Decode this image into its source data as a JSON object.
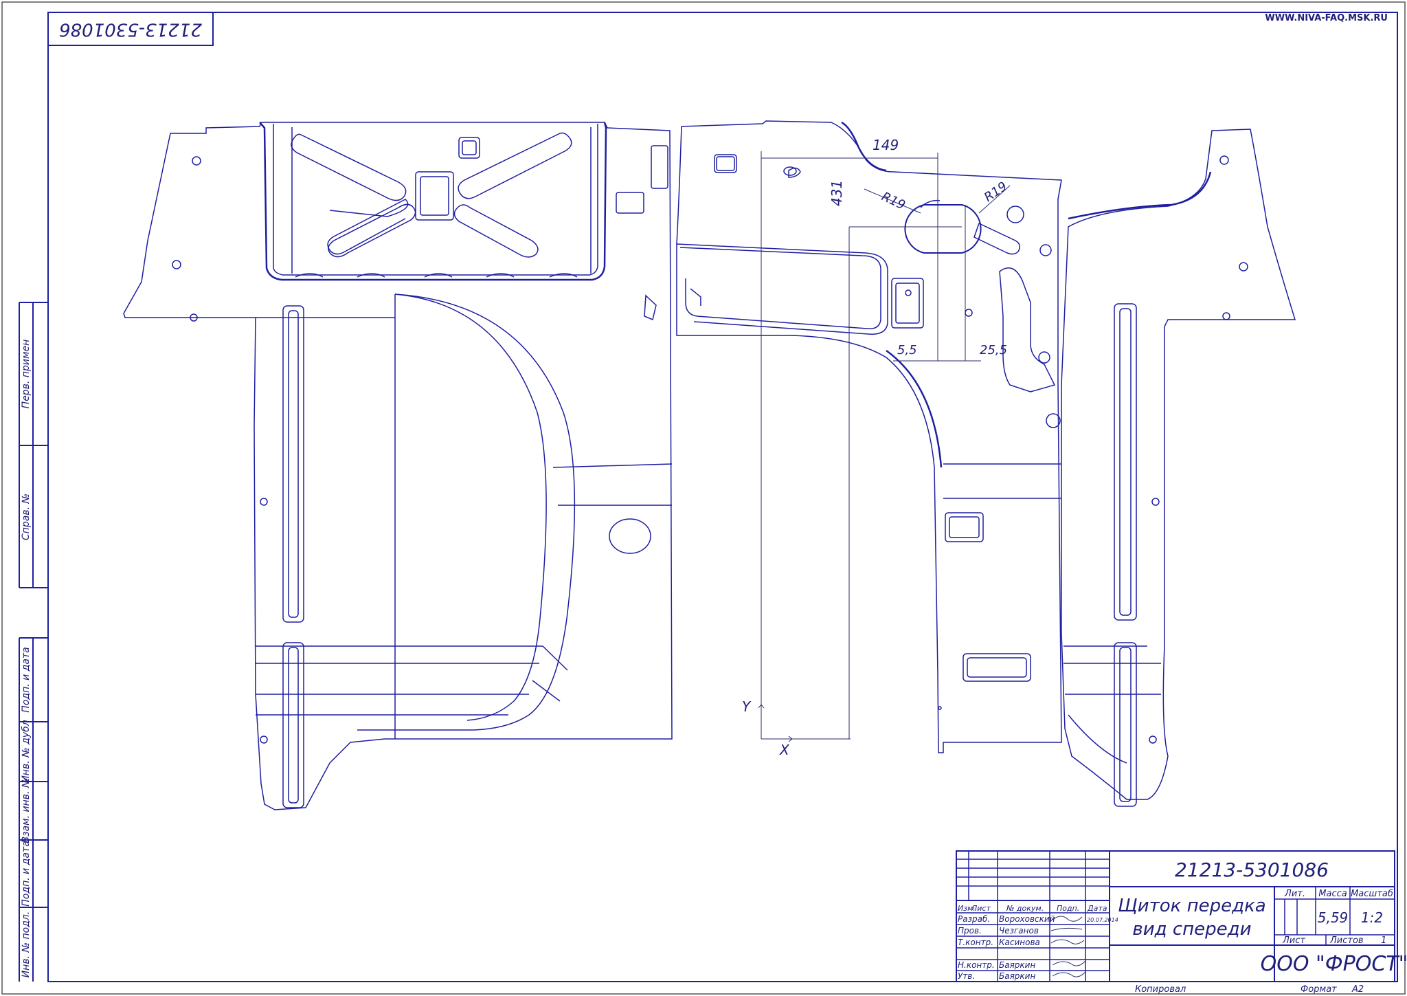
{
  "site": "WWW.NIVA-FAQ.MSK.RU",
  "corner_code": "21213-5301086",
  "side_columns": [
    "Перв. примен",
    "Справ. №",
    "Подп. и дата",
    "Инв. № дубл",
    "Взам. инв. №",
    "Подп. и дата",
    "Инв. № подл."
  ],
  "dimensions": {
    "d149": "149",
    "d431": "431",
    "r19a": "R19",
    "r19b": "R19",
    "d55": "5,5",
    "d255": "25,5",
    "axis_y": "Y",
    "axis_x": "X"
  },
  "title_block": {
    "designation": "21213-5301086",
    "name_line1": "Щиток передка",
    "name_line2": "вид спереди",
    "headers": [
      "Изм.",
      "Лист",
      "№ докум.",
      "Подп.",
      "Дата"
    ],
    "date": "20.07.2014",
    "signatory_labels": [
      "Разраб.",
      "Пров.",
      "Т.контр.",
      "Н.контр.",
      "Утв."
    ],
    "signatory_names": [
      "Вороховский",
      "Чезганов",
      "Касинова",
      "Баяркин",
      "Баяркин"
    ],
    "lit_label": "Лит.",
    "mass_label": "Масса",
    "scale_label": "Масштаб",
    "mass": "5,59",
    "scale": "1:2",
    "sheet_label": "Лист",
    "sheets_label": "Листов",
    "sheets_value": "1",
    "company": "ООО \"ФРОСТ\"",
    "copied_label": "Копировал",
    "format_label": "Формат",
    "format_value": "A2"
  },
  "colors": {
    "line": "#1e1ea0",
    "thin": "#2a2a6e",
    "text": "#20207a"
  }
}
